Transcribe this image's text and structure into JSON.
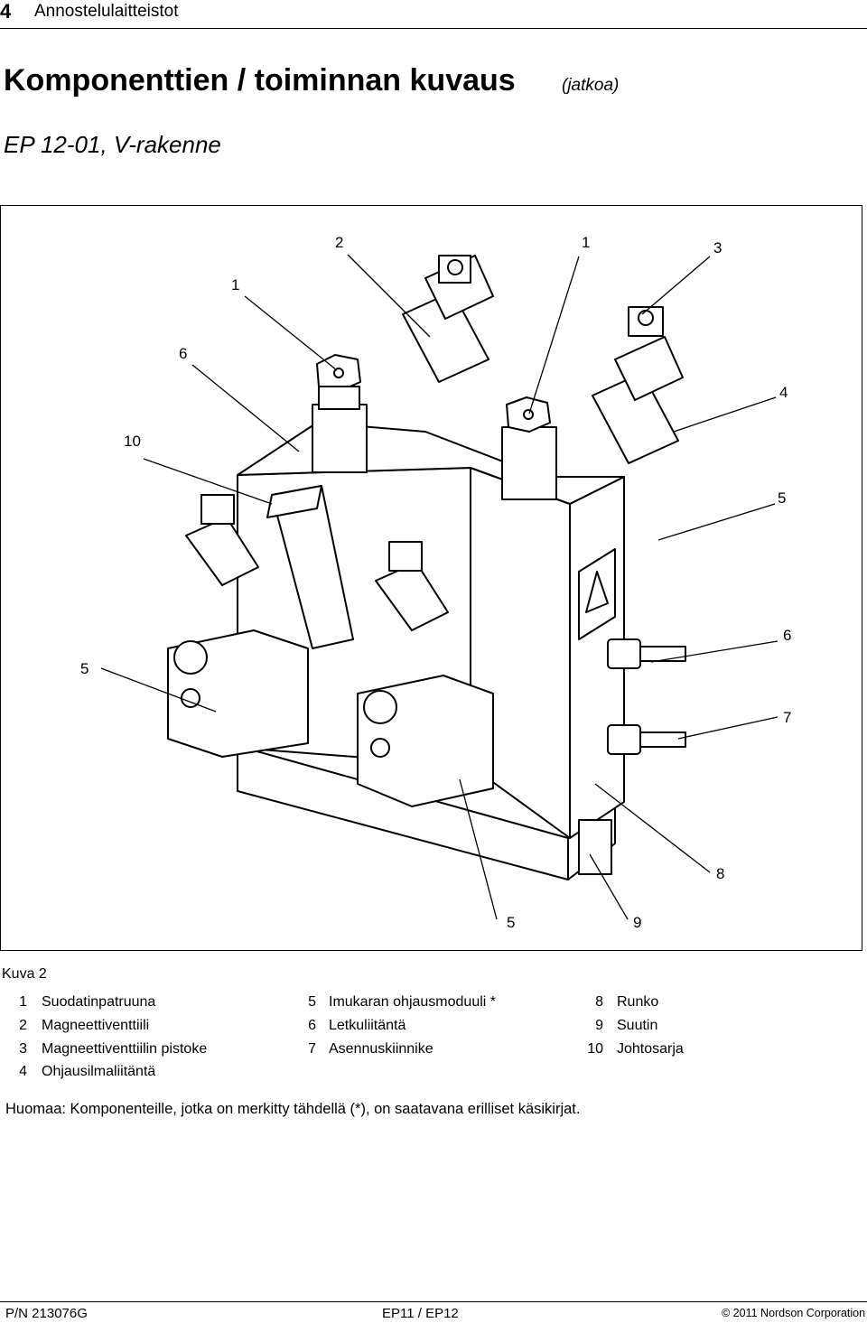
{
  "header": {
    "page_number": "4",
    "title": "Annostelulaitteistot"
  },
  "section": {
    "title": "Komponenttien / toiminnan kuvaus",
    "continued": "(jatkoa)",
    "subtitle": "EP 12-01, V-rakenne"
  },
  "figure": {
    "callouts": [
      "2",
      "1",
      "3",
      "1",
      "6",
      "4",
      "10",
      "5",
      "5",
      "6",
      "7",
      "8",
      "5",
      "9"
    ],
    "caption": "Kuva 2"
  },
  "legend": [
    {
      "num": "1",
      "label": "Suodatinpatruuna"
    },
    {
      "num": "2",
      "label": "Magneettiventtiili"
    },
    {
      "num": "3",
      "label": "Magneettiventtiilin pistoke"
    },
    {
      "num": "4",
      "label": "Ohjausilmaliitäntä"
    },
    {
      "num": "5",
      "label": "Imukaran ohjausmoduuli *"
    },
    {
      "num": "6",
      "label": "Letkuliitäntä"
    },
    {
      "num": "7",
      "label": "Asennuskiinnike"
    },
    {
      "num": "8",
      "label": "Runko"
    },
    {
      "num": "9",
      "label": "Suutin"
    },
    {
      "num": "10",
      "label": "Johtosarja"
    }
  ],
  "note": "Huomaa: Komponenteille, jotka on merkitty tähdellä (*), on saatavana erilliset käsikirjat.",
  "footer": {
    "part_number": "P/N 213076G",
    "model": "EP11 / EP12",
    "copyright": "© 2011 Nordson Corporation"
  }
}
